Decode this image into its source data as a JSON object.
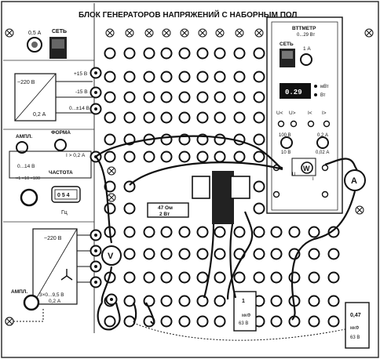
{
  "title": "БЛОК ГЕНЕРАТОРОВ НАПРЯЖЕНИЙ С НАБОРНЫМ ПОЛ",
  "left": {
    "fuse_label": "0,5 А",
    "power_label": "СЕТЬ",
    "psu_top_input": "~220 В",
    "psu_top_current": "0,2 А",
    "out_p15": "+15 В",
    "out_m15": "-15 В",
    "out_var": "0...±14 В",
    "out_current": "I > 0,2 А",
    "ampl1": "АМПЛ.",
    "ampl_range": "0...14 В",
    "forma": "ФОРМА",
    "freq": "ЧАСТОТА",
    "freq_mult": "×1 ×10 ×100",
    "freq_display": "0 5 4",
    "freq_unit": "Гц",
    "psu_bottom_input": "~220 В",
    "psu_bottom_out": "3×0...9,5 В",
    "psu_bottom_current": "0,2 А",
    "ampl2": "АМПЛ."
  },
  "voltmeter_symbol": "V",
  "ammeter_symbol": "A",
  "wattmeter_symbol": "W",
  "resistor": {
    "line1": "47 Ом",
    "line2": "2 Вт"
  },
  "capacitor1": {
    "line1": "1",
    "line2": "мкФ",
    "line3": "63 В"
  },
  "capacitor2": {
    "line1": "0,47",
    "line2": "мкФ",
    "line3": "63 В"
  },
  "wattmeter_panel": {
    "title": "ВТТМЕТР",
    "range": "0...29 Вт",
    "power_label": "СЕТЬ",
    "fuse": "1 А",
    "display": "0.29",
    "unit_mw": "мВт",
    "unit_w": "Вт",
    "u_label": "U<",
    "u_label2": "U>",
    "i_label": "I<",
    "i_label2": "I>",
    "v_range1": "100 В",
    "v_range2": "10 В",
    "i_range1": "0,2 А",
    "i_range2": "0,02 А",
    "u_term": "U",
    "i_term": "I"
  }
}
